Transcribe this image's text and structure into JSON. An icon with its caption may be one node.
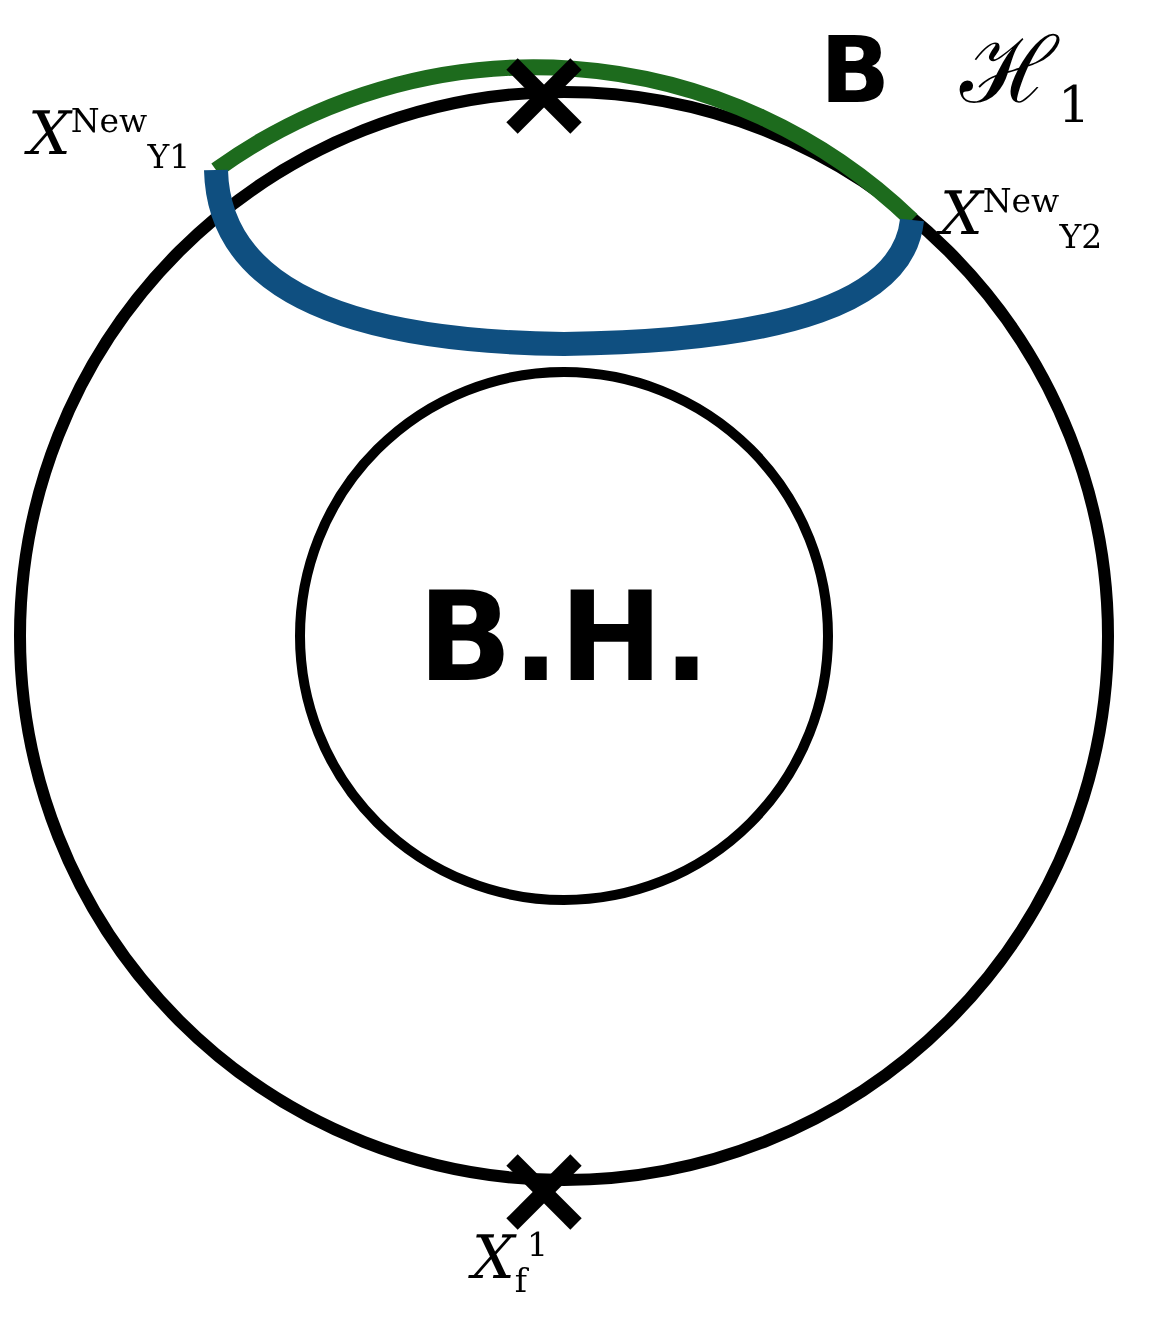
{
  "diagram": {
    "nodes": [
      {
        "text": [
          "B.H."
        ]
      }
    ],
    "labels": [
      "*X*$^{New}$$_{Y1}$",
      "B",
      "ℋ$_{1}$",
      "*X*$^{New}$$_{Y2}$",
      "*X*$_{f}$$^{1}$"
    ]
  }
}
